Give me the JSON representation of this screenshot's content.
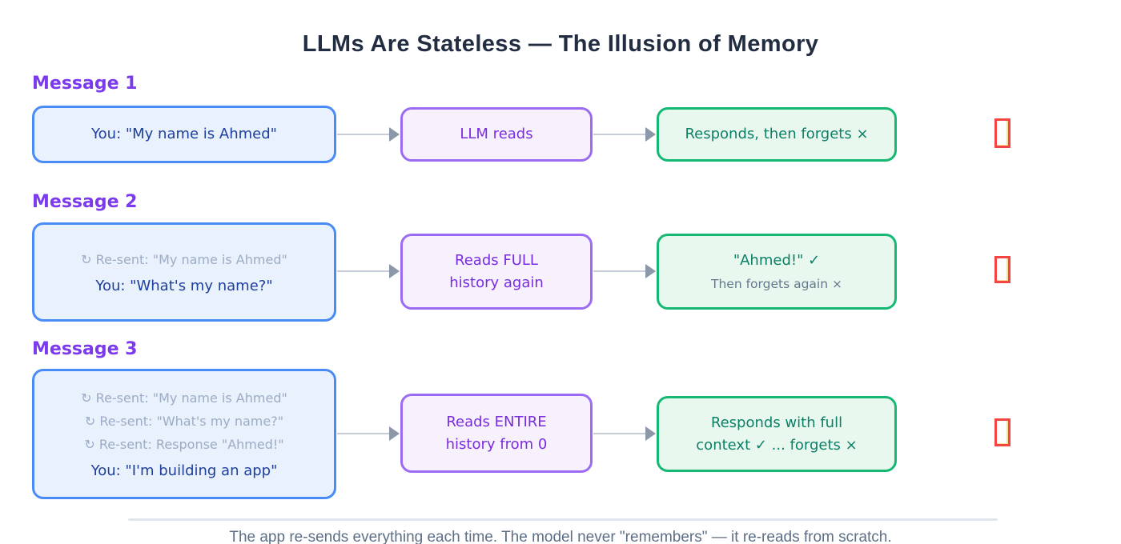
{
  "title": "LLMs Are Stateless — The Illusion of Memory",
  "rows": [
    {
      "label": "Message 1",
      "user": {
        "history": [],
        "current": "You: \"My name is Ahmed\""
      },
      "llm": {
        "line1": "LLM reads",
        "line2": ""
      },
      "result": {
        "line1": "Responds, then forgets ×",
        "line2": ""
      },
      "end_icon": "broken-emoji-glyph"
    },
    {
      "label": "Message 2",
      "user": {
        "history": [
          "↻ Re-sent: \"My name is Ahmed\""
        ],
        "current": "You: \"What's my name?\""
      },
      "llm": {
        "line1": "Reads FULL",
        "line2": "history again"
      },
      "result": {
        "line1": "\"Ahmed!\" ✓",
        "line2": "Then forgets again ×"
      },
      "end_icon": "broken-emoji-glyph"
    },
    {
      "label": "Message 3",
      "user": {
        "history": [
          "↻ Re-sent: \"My name is Ahmed\"",
          "↻ Re-sent: \"What's my name?\"",
          "↻ Re-sent: Response \"Ahmed!\""
        ],
        "current": "You: \"I'm building an app\""
      },
      "llm": {
        "line1": "Reads ENTIRE",
        "line2": "history from 0"
      },
      "result": {
        "line1": "Responds with full",
        "line2": "context ✓ ... forgets ×"
      },
      "end_icon": "broken-emoji-glyph"
    }
  ],
  "footer": {
    "caption": "The app re-sends everything each time. The model never \"remembers\" — it re-reads from scratch."
  },
  "colors": {
    "title_text": "#222d42",
    "label_text": "#7c3aed",
    "user_border": "#4a8cf7",
    "user_bg": "#e9f1fd",
    "user_text": "#1e3f9c",
    "resent_text": "#9bacc4",
    "llm_border": "#9b6bf3",
    "llm_bg": "#f6f1fd",
    "llm_text": "#7a2ce0",
    "result_border": "#14b873",
    "result_bg": "#e8f8ef",
    "result_text": "#0c7f66",
    "result_secondary_text": "#66798c",
    "arrow_line": "#c6cdd8",
    "arrow_head": "#8c97a9",
    "missing_glyph_red": "#f44545",
    "divider": "#dfe5ec",
    "caption_text": "#5d6e85"
  }
}
